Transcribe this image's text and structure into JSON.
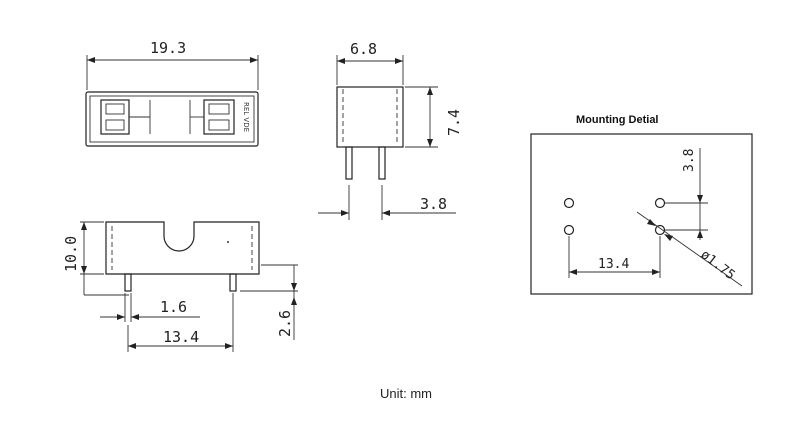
{
  "top_view": {
    "width_label": "19.3"
  },
  "side_view": {
    "width_label": "6.8",
    "height_label": "7.4",
    "pin_label": "3.8"
  },
  "front_view": {
    "height_label": "10.0",
    "pin_width_label": "1.6",
    "pitch_label": "13.4",
    "pin_length_label": "2.6"
  },
  "mounting": {
    "title": "Mounting Detial",
    "vertical_label": "3.8",
    "horizontal_label": "13.4",
    "hole_label": "ø1.75"
  },
  "unit_label": "Unit: mm"
}
